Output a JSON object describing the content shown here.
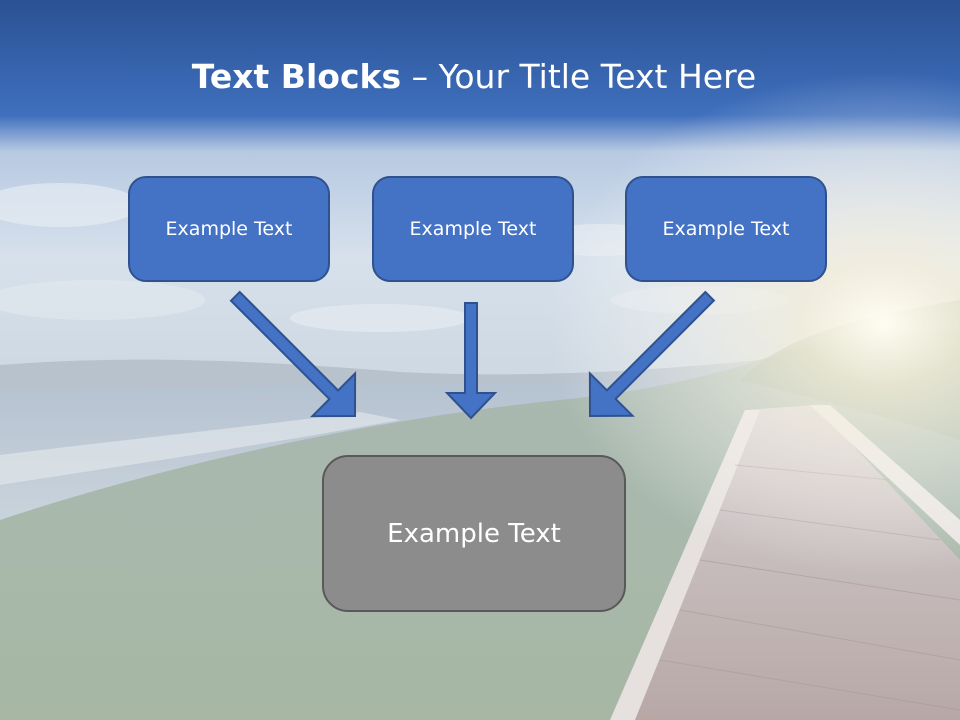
{
  "slide": {
    "title_bold": "Text Blocks",
    "title_dash": " – ",
    "title_rest": "Your Title Text Here"
  },
  "diagram": {
    "top_boxes": [
      {
        "label": "Example Text"
      },
      {
        "label": "Example Text"
      },
      {
        "label": "Example Text"
      }
    ],
    "bottom_box": {
      "label": "Example Text"
    }
  },
  "colors": {
    "header_band": "#2e5fa8",
    "box_fill": "#4472c4",
    "box_border": "#2f528f",
    "result_fill": "#8c8c8c",
    "result_border": "#595959",
    "arrow_fill": "#4472c4"
  }
}
